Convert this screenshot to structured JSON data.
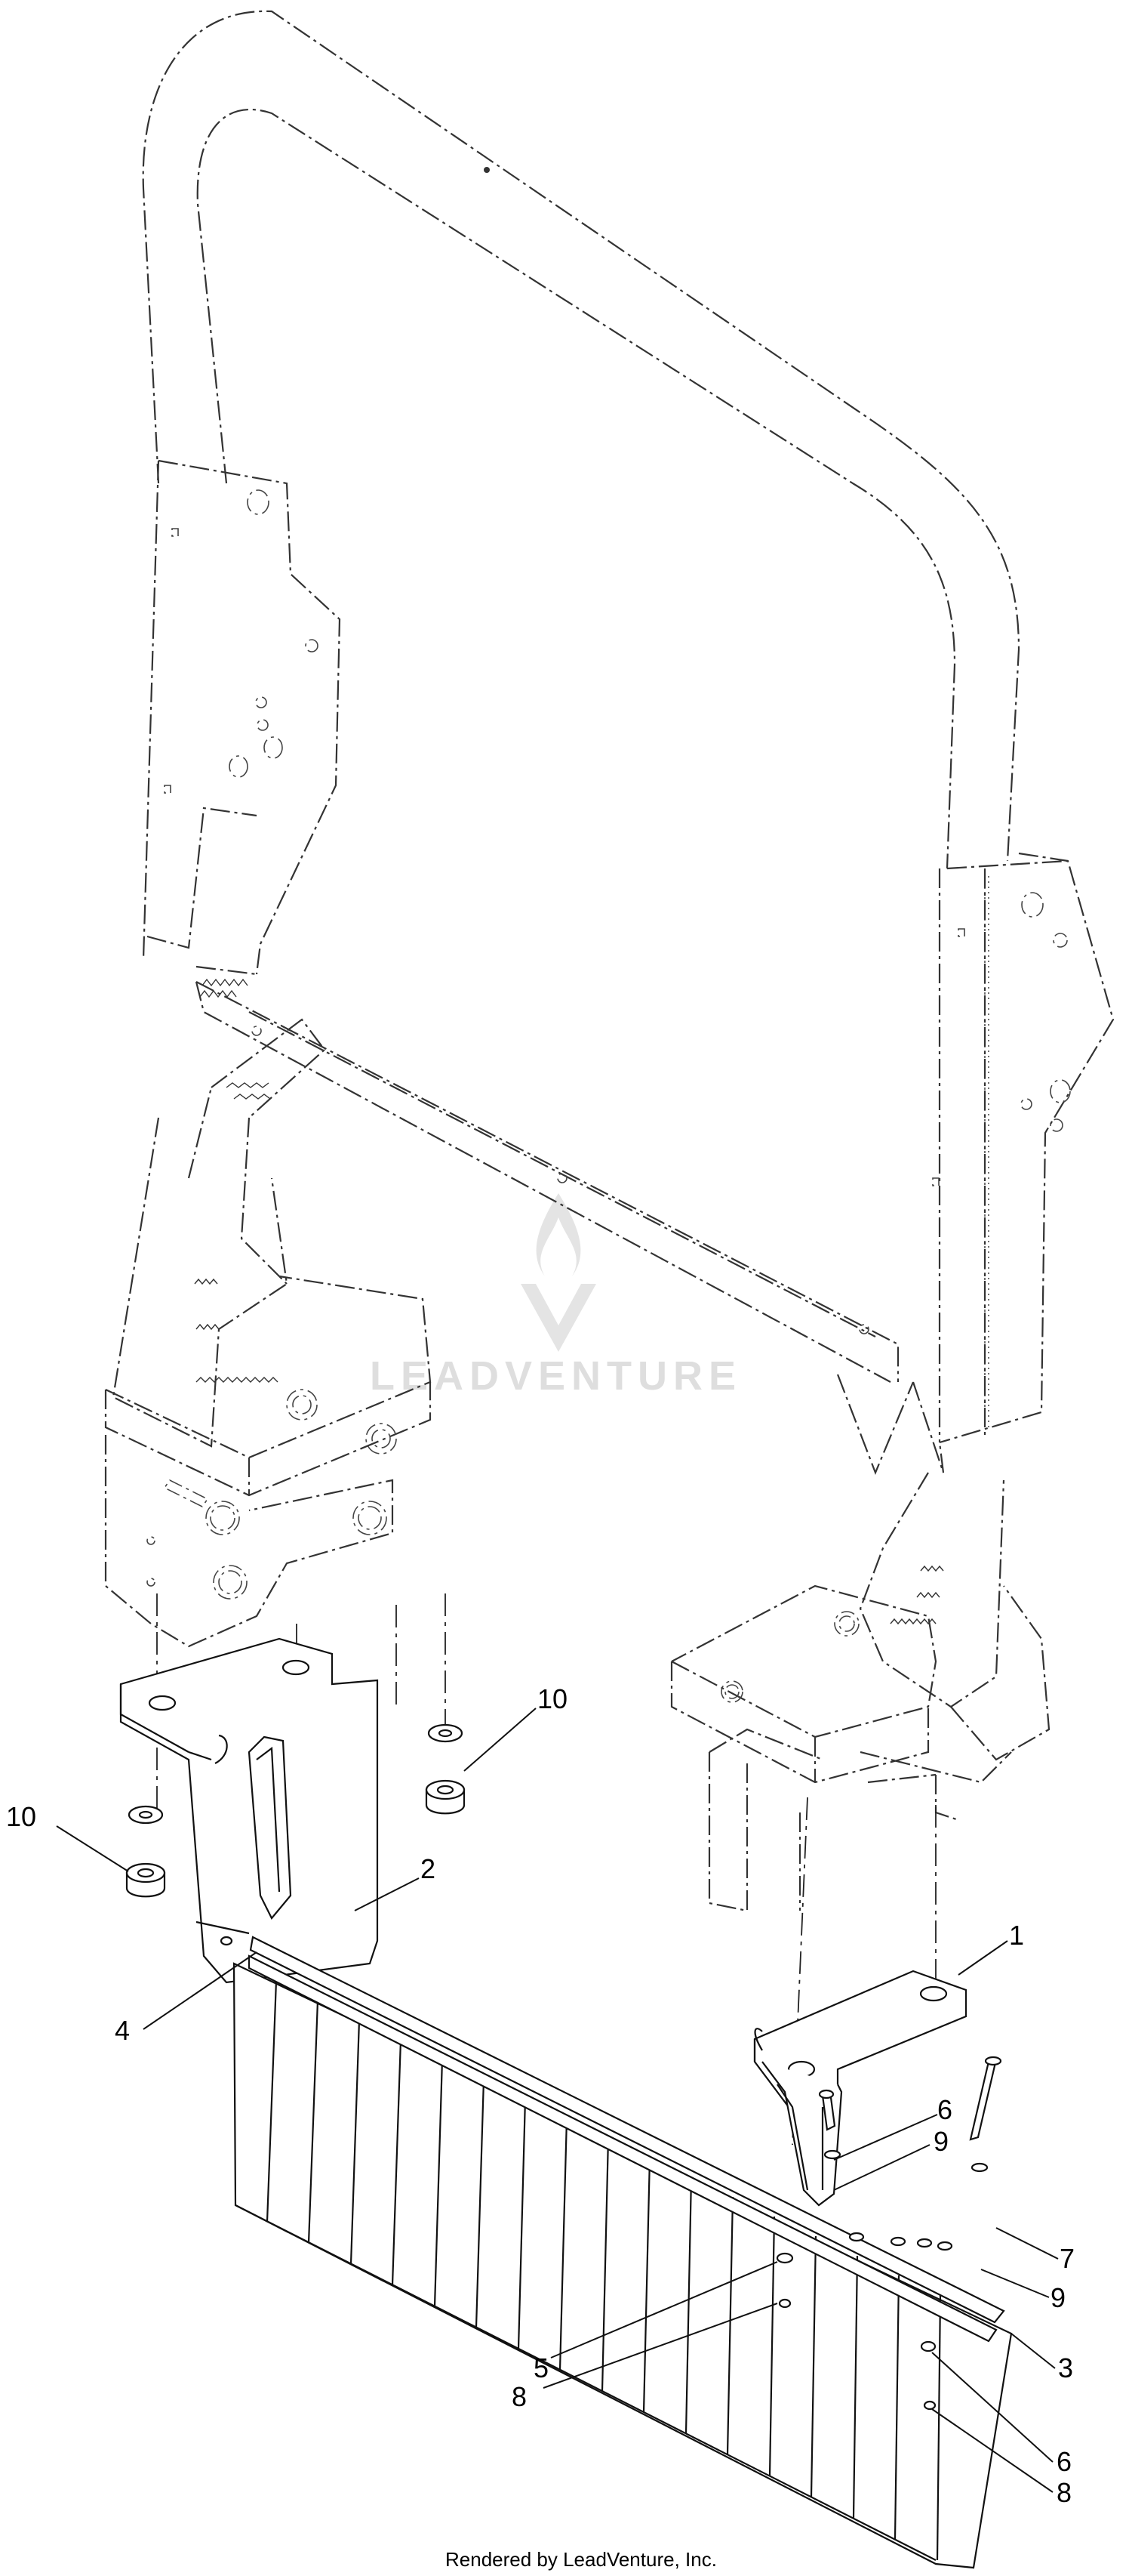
{
  "watermark": {
    "brand": "LEADVENTURE"
  },
  "footer": {
    "credit": "Rendered by LeadVenture, Inc."
  },
  "callouts": [
    {
      "id": "c10a",
      "label": "10"
    },
    {
      "id": "c10b",
      "label": "10"
    },
    {
      "id": "c2",
      "label": "2"
    },
    {
      "id": "c1",
      "label": "1"
    },
    {
      "id": "c4",
      "label": "4"
    },
    {
      "id": "c6a",
      "label": "6"
    },
    {
      "id": "c9a",
      "label": "9"
    },
    {
      "id": "c7",
      "label": "7"
    },
    {
      "id": "c9b",
      "label": "9"
    },
    {
      "id": "c3",
      "label": "3"
    },
    {
      "id": "c5",
      "label": "5"
    },
    {
      "id": "c8a",
      "label": "8"
    },
    {
      "id": "c6b",
      "label": "6"
    },
    {
      "id": "c8b",
      "label": "8"
    }
  ]
}
